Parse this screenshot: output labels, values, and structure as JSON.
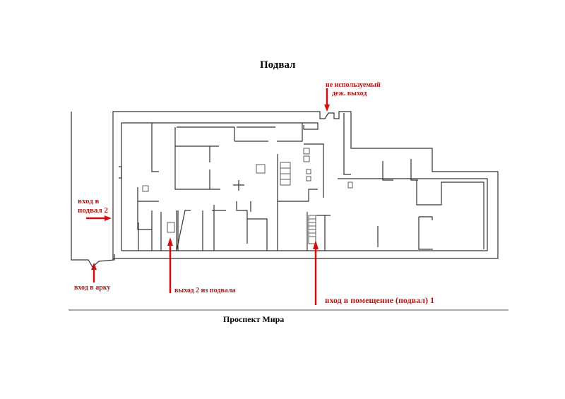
{
  "title": "Подвал",
  "street": "Проспект Мира",
  "labels": {
    "unused_exit_line1": "не используемый",
    "unused_exit_line2": "деж. выход",
    "entrance2_line1": "вход в",
    "entrance2_line2": "подвал 2",
    "arch_entrance": "вход в арку",
    "exit2": "выход 2 из подвала",
    "entrance1": "вход в помещение (подвал) 1"
  },
  "colors": {
    "arrow": "#d01010",
    "label": "#b01818",
    "wall": "#333333"
  }
}
